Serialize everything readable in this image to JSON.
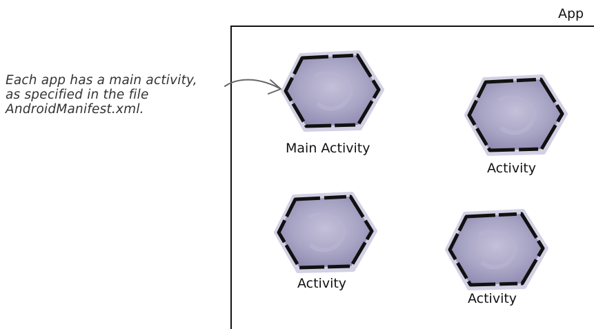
{
  "app": {
    "label": "App"
  },
  "annotation": {
    "lines": [
      "Each app has a main activity,",
      "as specified in the file",
      "AndroidManifest.xml."
    ]
  },
  "activities": [
    {
      "label": "Main Activity"
    },
    {
      "label": "Activity"
    },
    {
      "label": "Activity"
    },
    {
      "label": "Activity"
    }
  ],
  "colors": {
    "hex_fill": "#a8a4c4",
    "hex_fill_light": "#c4c0da",
    "hex_outline": "#111111",
    "hex_halo": "#c9c5dc",
    "arrow": "#666666"
  }
}
